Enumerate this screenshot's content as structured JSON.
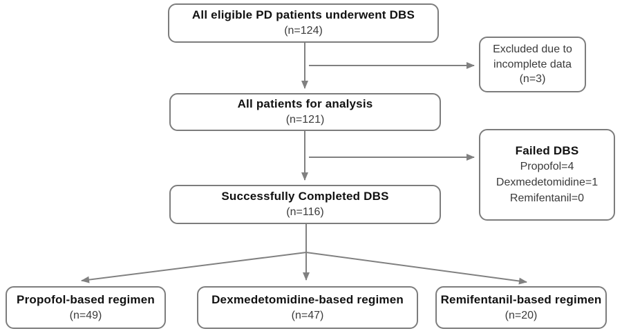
{
  "diagram": {
    "type": "flowchart",
    "colors": {
      "background": "#ffffff",
      "box_border": "#7c7c7c",
      "arrow": "#808080",
      "title_text": "#111111",
      "body_text": "#3a3a3a"
    },
    "nodes": {
      "eligible": {
        "title": "All eligible PD patients underwent DBS",
        "count": "(n=124)"
      },
      "excluded": {
        "text": "Excluded due to incomplete data",
        "count": "(n=3)"
      },
      "analysis": {
        "title": "All patients for analysis",
        "count": "(n=121)"
      },
      "failed": {
        "title": "Failed DBS",
        "items": [
          "Propofol=4",
          "Dexmedetomidine=1",
          "Remifentanil=0"
        ]
      },
      "completed": {
        "title": "Successfully Completed DBS",
        "count": "(n=116)"
      },
      "propofol": {
        "title": "Propofol-based regimen",
        "count": "(n=49)"
      },
      "dexmedetomidine": {
        "title": "Dexmedetomidine-based regimen",
        "count": "(n=47)"
      },
      "remifentanil": {
        "title": "Remifentanil-based regimen",
        "count": "(n=20)"
      }
    },
    "edges": [
      {
        "from": "eligible",
        "to": "analysis"
      },
      {
        "from": "eligible",
        "to": "excluded"
      },
      {
        "from": "analysis",
        "to": "completed"
      },
      {
        "from": "analysis",
        "to": "failed"
      },
      {
        "from": "completed",
        "to": "propofol"
      },
      {
        "from": "completed",
        "to": "dexmedetomidine"
      },
      {
        "from": "completed",
        "to": "remifentanil"
      }
    ]
  }
}
